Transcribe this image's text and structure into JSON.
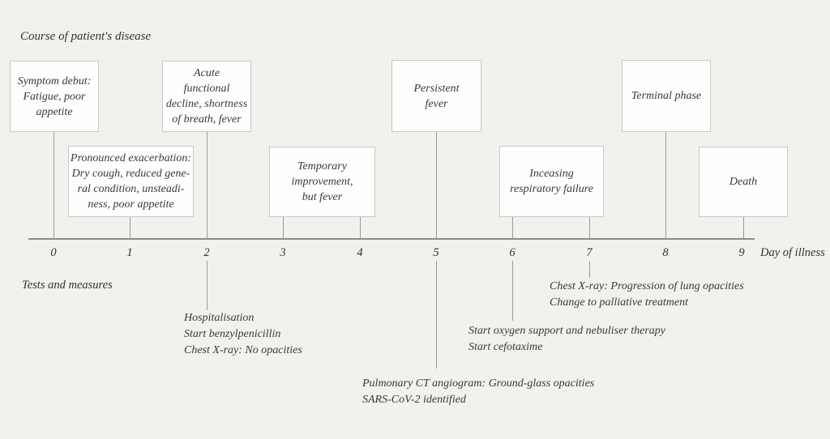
{
  "header": {
    "title": "Course of patient's disease"
  },
  "timeline": {
    "days": [
      "0",
      "1",
      "2",
      "3",
      "4",
      "5",
      "6",
      "7",
      "8",
      "9"
    ],
    "axis_label": "Day of illness"
  },
  "sections": {
    "tests_label": "Tests and measures"
  },
  "events": [
    {
      "id": "symptom-debut",
      "day": "0",
      "text": "Symptom debut:\nFatigue, poor\nappetite"
    },
    {
      "id": "acute-functional-decline",
      "day": "2",
      "text": "Acute\nfunctional\ndecline, shortness\nof breath, fever"
    },
    {
      "id": "persistent-fever",
      "day": "5",
      "text": "Persistent\nfever"
    },
    {
      "id": "terminal-phase",
      "day": "8",
      "text": "Terminal phase"
    },
    {
      "id": "pronounced-exacerbation",
      "day": "1",
      "text": "Pronounced exacerbation:\nDry cough, reduced gene-\nral condition, unsteadi-\nness, poor appetite"
    },
    {
      "id": "temporary-improvement",
      "day": "3-4",
      "text": "Temporary\nimprovement,\nbut fever"
    },
    {
      "id": "inceasing-respiratory-failure",
      "day": "6-7",
      "text": "Inceasing\nrespiratory failure"
    },
    {
      "id": "death",
      "day": "9",
      "text": "Death"
    }
  ],
  "tests": [
    {
      "day": "2",
      "text": "Hospitalisation\nStart benzylpenicillin\nChest X-ray: No opacities"
    },
    {
      "day": "7",
      "text": "Chest X-ray: Progression of lung opacities\nChange to palliative treatment"
    },
    {
      "day": "6",
      "text": "Start oxygen support and nebuliser therapy\nStart cefotaxime"
    },
    {
      "day": "5",
      "text": "Pulmonary CT angiogram: Ground-glass opacities\nSARS-CoV-2 identified"
    }
  ],
  "theme": {
    "background": "#f2f1ee",
    "box_background": "#fefefe",
    "box_border": "#c9c8c5",
    "axis_color": "#8d8c8a",
    "connector_color": "#9b9a97",
    "text_color": "#3a3937"
  }
}
